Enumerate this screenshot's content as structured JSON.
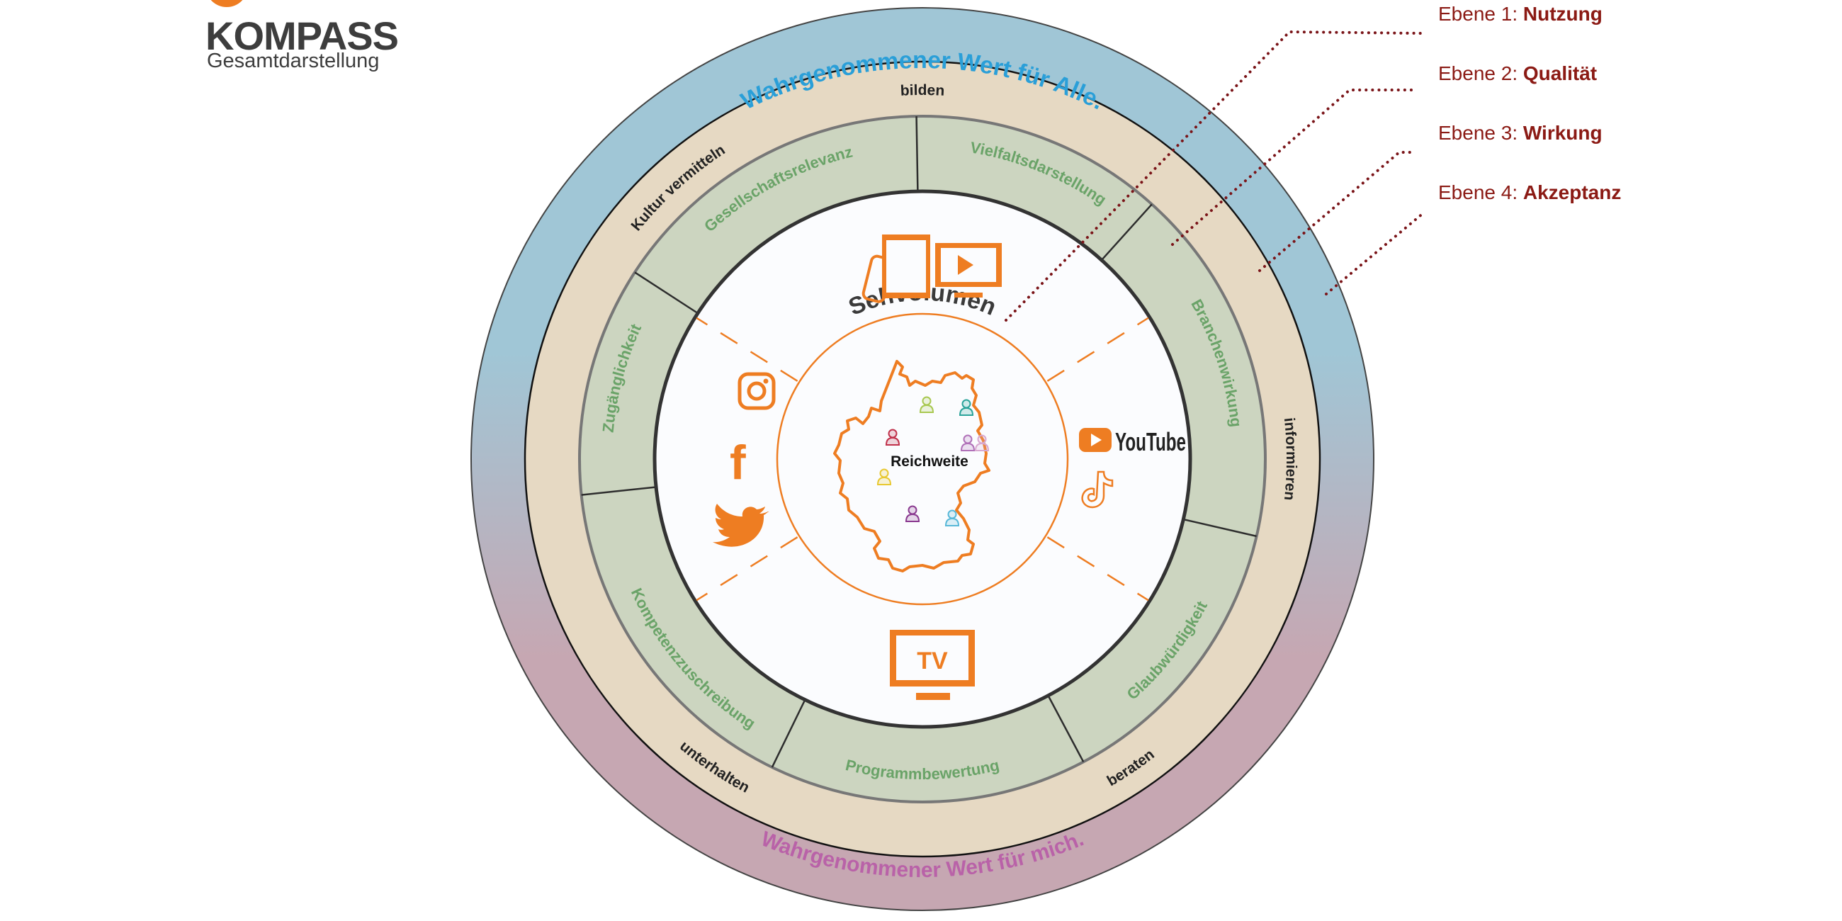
{
  "logo": {
    "title": "KOMPASS",
    "subtitle": "Gesamtdarstellung",
    "accent": "#ee7d22"
  },
  "legend": [
    {
      "prefix": "Ebene 1: ",
      "name": "Nutzung"
    },
    {
      "prefix": "Ebene 2: ",
      "name": "Qualität"
    },
    {
      "prefix": "Ebene 3: ",
      "name": "Wirkung"
    },
    {
      "prefix": "Ebene 4: ",
      "name": "Akzeptanz"
    }
  ],
  "outer_ring": {
    "top_text": "Wahrgenommener Wert für Alle.",
    "bottom_text": "Wahrgenommener Wert für mich.",
    "top_color": "#a0c6d6",
    "bottom_color": "#c6a7b2",
    "top_text_color": "#2a9fd8",
    "bottom_text_color": "#b962a8"
  },
  "function_ring": {
    "color": "#e6d9c3",
    "labels": [
      "bilden",
      "informieren",
      "beraten",
      "unterhalten",
      "Kultur vermitteln"
    ]
  },
  "quality_ring": {
    "color": "#ccd5c0",
    "text_color": "#6aa368",
    "segments": [
      "Vielfaltsdarstellung",
      "Branchenwirkung",
      "Glaubwürdigkeit",
      "Programmbewertung",
      "Kompetenzzuschreibung",
      "Zugänglichkeit",
      "Gesellschaftsrelevanz"
    ]
  },
  "center": {
    "title": "Sehvolumen",
    "map_label": "Reichweite",
    "accent": "#ee7d22",
    "icons": [
      "smartphone-icon",
      "tablet-icon",
      "video-monitor-icon",
      "instagram-icon",
      "facebook-icon",
      "twitter-icon",
      "youtube-icon",
      "tiktok-icon",
      "tv-icon"
    ],
    "youtube_label": "YouTube",
    "tv_label": "TV",
    "person_colors": [
      "#a8c850",
      "#2aa39a",
      "#c0304a",
      "#e8c830",
      "#8a3a90",
      "#58b8d8",
      "#b070b8",
      "#d8a8d0"
    ]
  }
}
